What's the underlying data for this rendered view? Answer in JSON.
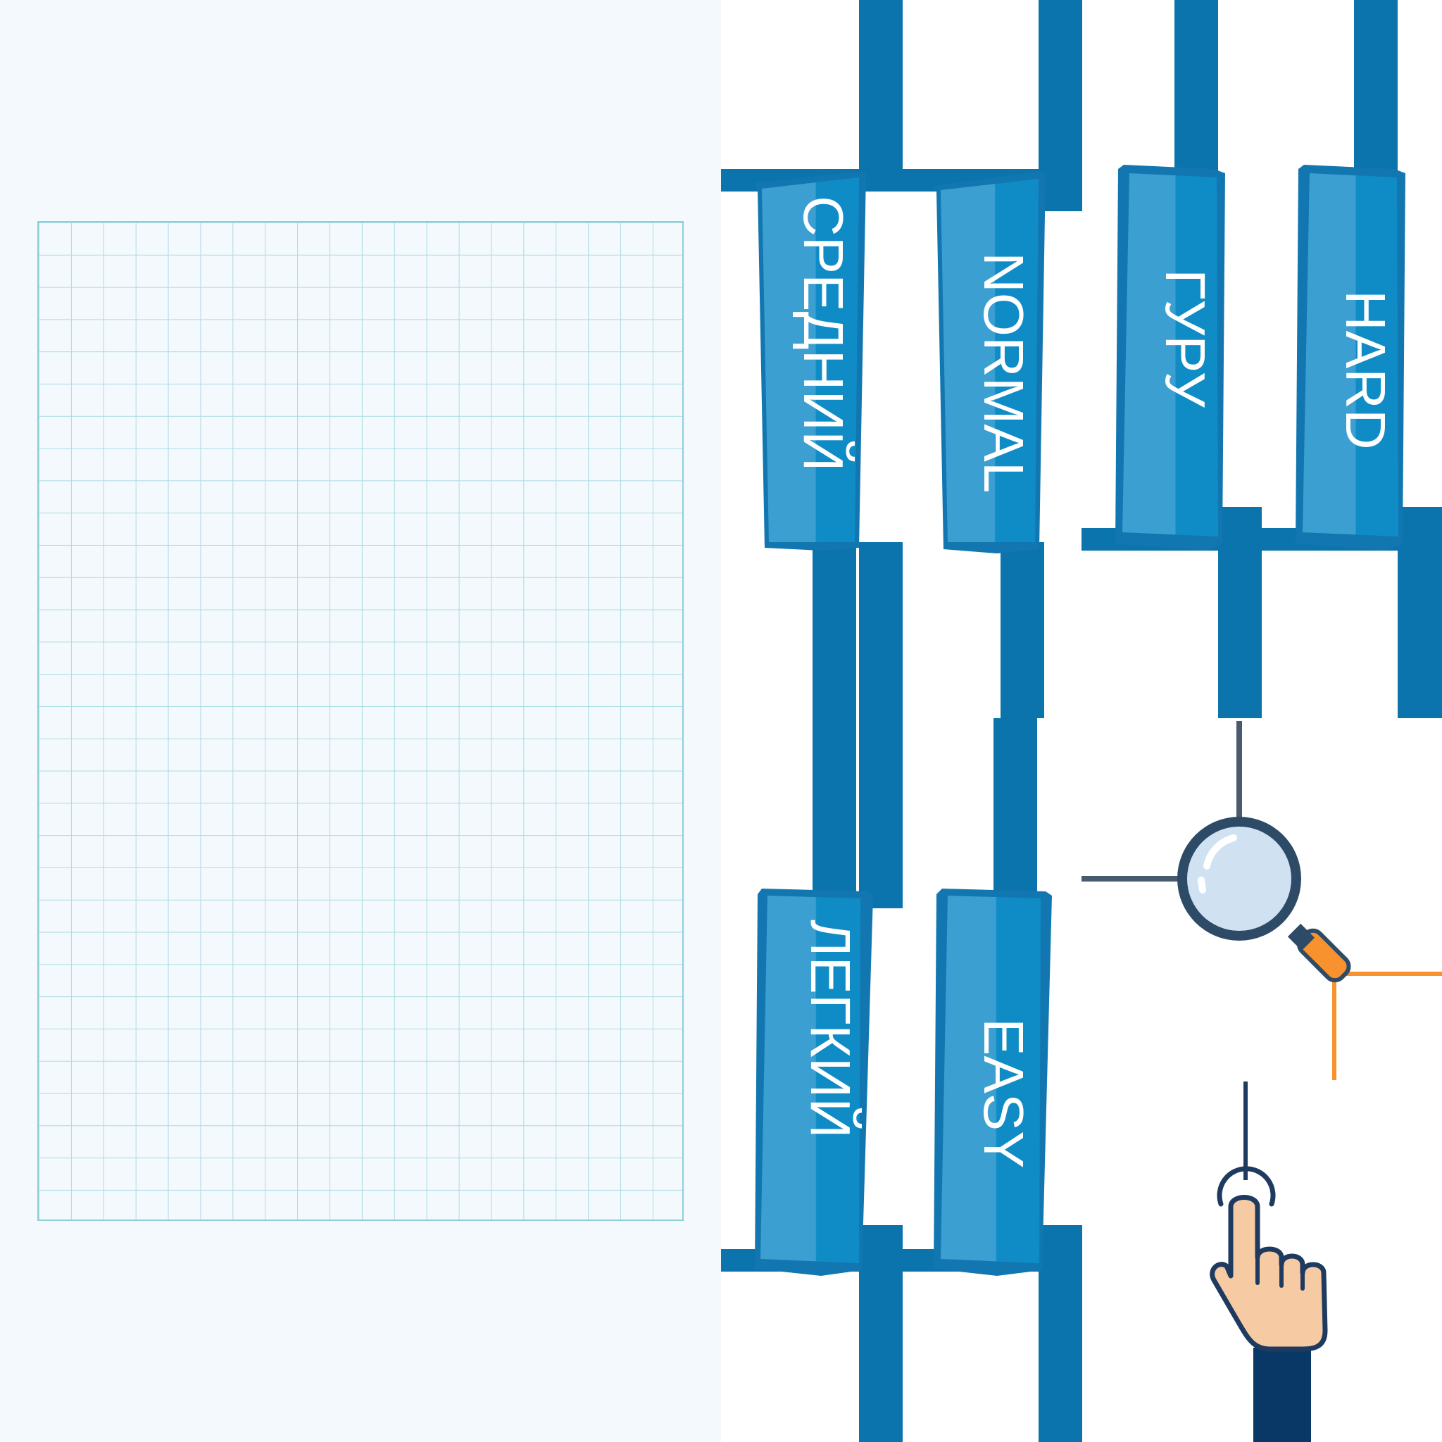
{
  "sprite_sheet": {
    "left_panel": {
      "type": "grid-paper",
      "colors": {
        "background": "#f4f9fd",
        "line": "#a9dbe2",
        "border": "#8fcfd8"
      }
    },
    "difficulty_flags": [
      {
        "label": "СРЕДНИЙ"
      },
      {
        "label": "NORMAL"
      },
      {
        "label": "ГУРУ"
      },
      {
        "label": "HARD"
      },
      {
        "label": "ЛЕГКИЙ"
      },
      {
        "label": "EASY"
      }
    ],
    "icons": [
      "magnifier-icon",
      "pointing-hand-icon"
    ],
    "colors": {
      "flag_pole": "#0b74ad",
      "flag_face": "#3c9fd1",
      "flag_face_light": "#0f8cc6",
      "flag_border": "#1277b0",
      "magnifier_lens": "#d0e2f2",
      "magnifier_handle": "#f7922f",
      "hand_skin": "#f6cba4",
      "outline_dark": "#1e3a5f"
    }
  }
}
